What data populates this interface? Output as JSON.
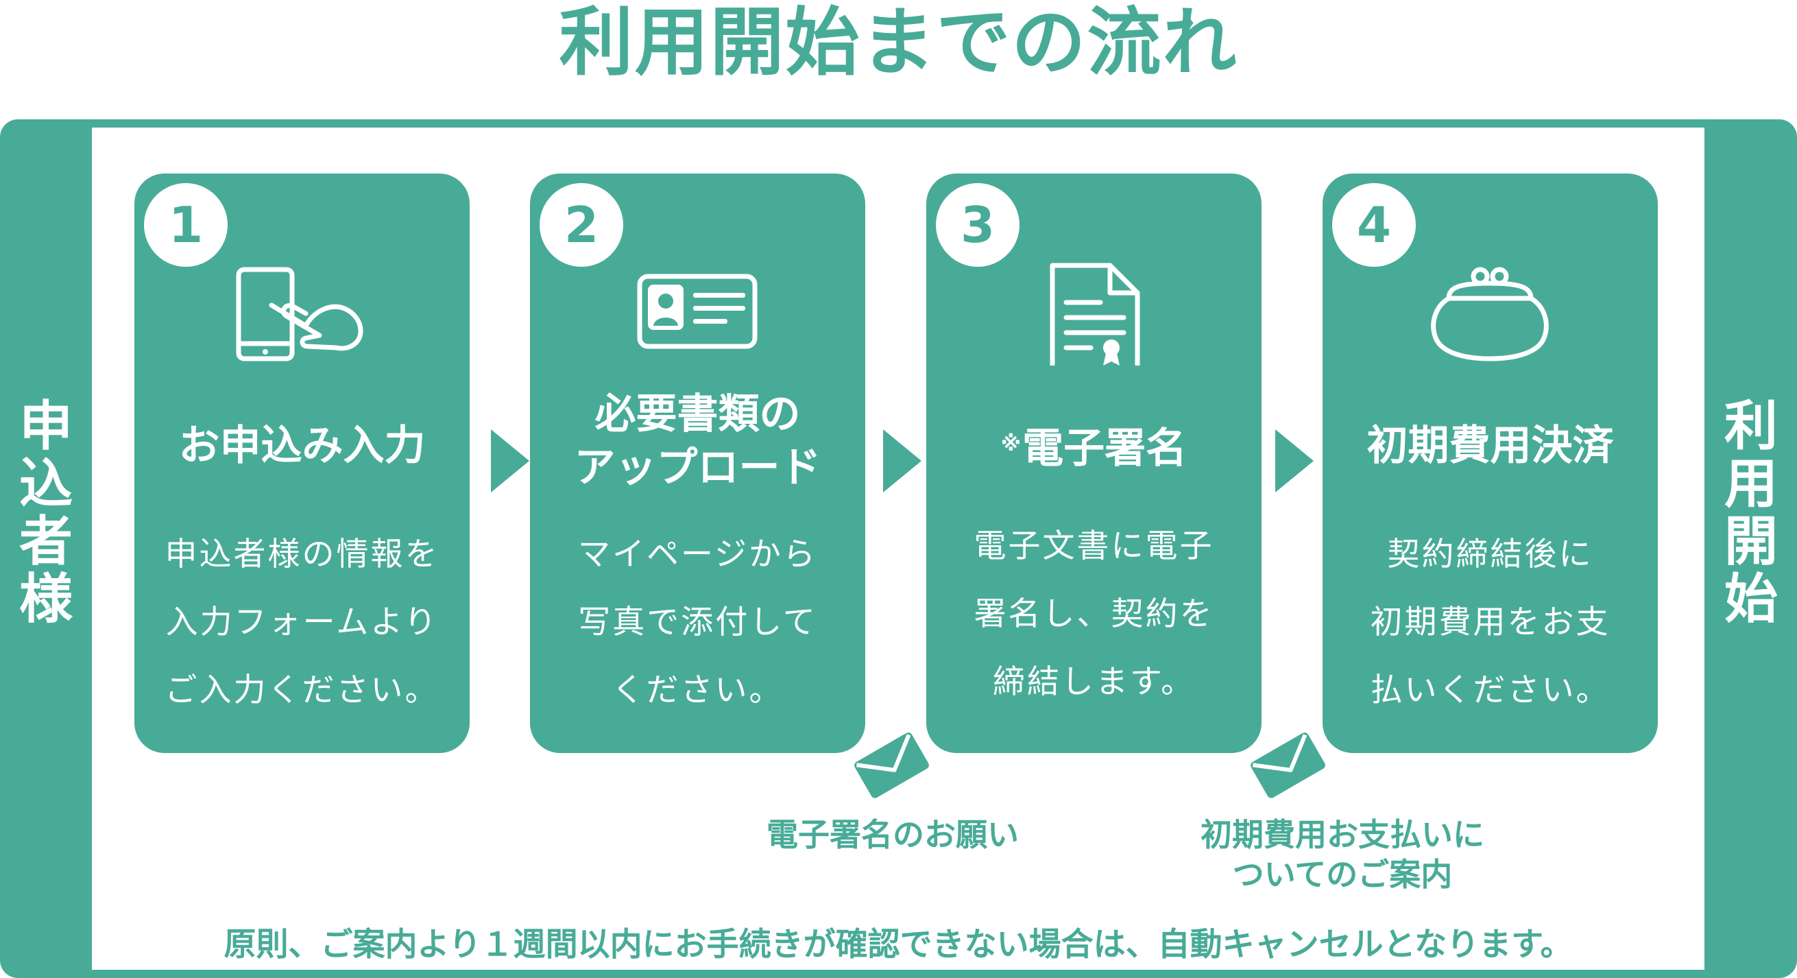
{
  "title": "利用開始までの流れ",
  "side_left": [
    "申",
    "込",
    "者",
    "様"
  ],
  "side_right": [
    "利",
    "用",
    "開",
    "始"
  ],
  "steps": [
    {
      "number": "1",
      "icon": "tablet-touch-icon",
      "title_lines": [
        "お申込み入力"
      ],
      "desc_lines": [
        "申込者様の情報を",
        "入力フォームより",
        "ご入力ください。"
      ]
    },
    {
      "number": "2",
      "icon": "id-card-icon",
      "title_lines": [
        "必要書類の",
        "アップロード"
      ],
      "desc_lines": [
        "マイページから",
        "写真で添付して",
        "ください。"
      ]
    },
    {
      "number": "3",
      "icon": "certificate-document-icon",
      "title_prefix": "※",
      "title_lines": [
        "電子署名"
      ],
      "desc_lines": [
        "電子文書に電子",
        "署名し、契約を",
        "締結します。"
      ]
    },
    {
      "number": "4",
      "icon": "coin-purse-icon",
      "title_lines": [
        "初期費用決済"
      ],
      "desc_lines": [
        "契約締結後に",
        "初期費用をお支",
        "払いください。"
      ]
    }
  ],
  "notes": [
    {
      "icon": "envelope-icon",
      "lines": [
        "電子署名のお願い"
      ]
    },
    {
      "icon": "envelope-icon",
      "lines": [
        "初期費用お支払いに",
        "ついてのご案内"
      ]
    }
  ],
  "footer": "原則、ご案内より１週間以内にお手続きが確認できない場合は、自動キャンセルとなります。",
  "colors": {
    "accent": "#48ab97",
    "background": "#ffffff"
  }
}
